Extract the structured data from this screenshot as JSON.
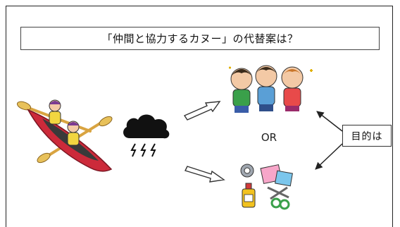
{
  "slide": {
    "title": "「仲間と協力するカヌー」の代替案は？",
    "or_text": "OR",
    "purpose_text": "目的は"
  },
  "icons": {
    "canoe": "canoe-icon",
    "storm": "thundercloud-icon",
    "friends": "friends-running-icon",
    "crafts": "craft-supplies-icon"
  },
  "colors": {
    "border": "#222222",
    "canoe_hull": "#cc2a3a",
    "cloud": "#111111"
  }
}
